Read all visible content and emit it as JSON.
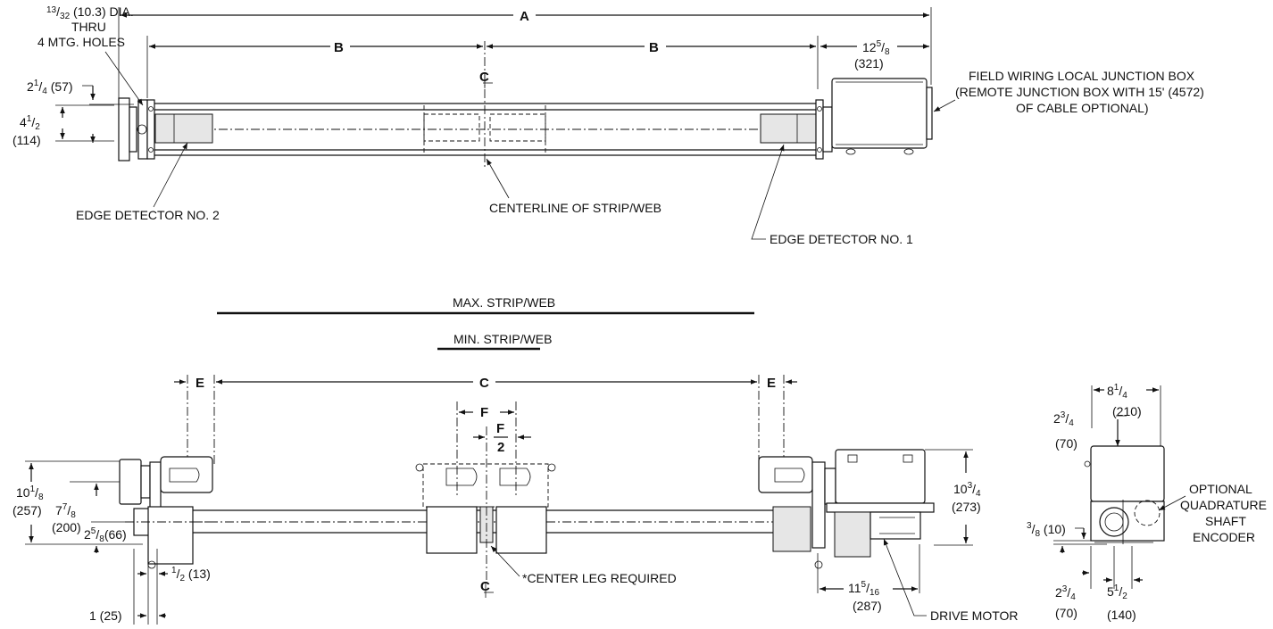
{
  "dimensions": {
    "A": "A",
    "B": "B",
    "C": "C",
    "E": "E",
    "F": "F",
    "F_half_num": "F",
    "F_half_den": "2",
    "cl_symbol": "C",
    "top_box_len": "12",
    "top_box_len_num": "5",
    "top_box_len_den": "8",
    "top_box_len_mm": "(321)",
    "holes_num": "13",
    "holes_den": "32",
    "holes_rest": " (10.3) DIA.",
    "holes_thru": "THRU",
    "holes_count": "4 MTG. HOLES",
    "h_2_1_4": "2",
    "h_2_1_4_num": "1",
    "h_2_1_4_den": "4",
    "h_2_1_4_mm": " (57)",
    "h_4_1_2": "4",
    "h_4_1_2_num": "1",
    "h_4_1_2_den": "2",
    "h_4_1_2_mm": "(114)",
    "h_10_1_8": "10",
    "h_10_1_8_num": "1",
    "h_10_1_8_den": "8",
    "h_10_1_8_mm": "(257)",
    "h_7_7_8": "7",
    "h_7_7_8_num": "7",
    "h_7_7_8_den": "8",
    "h_7_7_8_mm": "(200)",
    "h_2_5_8": "2",
    "h_2_5_8_num": "5",
    "h_2_5_8_den": "8",
    "h_2_5_8_mm": "(66)",
    "w_1_2_num": "1",
    "w_1_2_den": "2",
    "w_1_2_mm": " (13)",
    "w_1": "1 (25)",
    "h_10_3_4": "10",
    "h_10_3_4_num": "3",
    "h_10_3_4_den": "4",
    "h_10_3_4_mm": "(273)",
    "w_11_5_16": "11",
    "w_11_5_16_num": "5",
    "w_11_5_16_den": "16",
    "w_11_5_16_mm": "(287)",
    "w_8_1_4": "8",
    "w_8_1_4_num": "1",
    "w_8_1_4_den": "4",
    "w_8_1_4_mm": "(210)",
    "h_2_3_4_top": "2",
    "h_2_3_4_top_num": "3",
    "h_2_3_4_top_den": "4",
    "h_2_3_4_top_mm": "(70)",
    "h_3_8_num": "3",
    "h_3_8_den": "8",
    "h_3_8_mm": " (10)",
    "h_2_3_4_bot": "2",
    "h_2_3_4_bot_num": "3",
    "h_2_3_4_bot_den": "4",
    "h_2_3_4_bot_mm": "(70)",
    "w_5_1_2": "5",
    "w_5_1_2_num": "1",
    "w_5_1_2_den": "2",
    "w_5_1_2_mm": "(140)"
  },
  "callouts": {
    "junction_line1": "FIELD WIRING LOCAL JUNCTION BOX",
    "junction_line2": "(REMOTE JUNCTION BOX WITH 15' (4572)",
    "junction_line3": "OF CABLE OPTIONAL)",
    "edge_detector_2": "EDGE DETECTOR NO. 2",
    "edge_detector_1": "EDGE DETECTOR NO. 1",
    "centerline": "CENTERLINE OF STRIP/WEB",
    "max_strip": "MAX. STRIP/WEB",
    "min_strip": "MIN. STRIP/WEB",
    "center_leg": "*CENTER LEG REQUIRED",
    "drive_motor": "DRIVE MOTOR",
    "encoder_line1": "OPTIONAL",
    "encoder_line2": "QUADRATURE",
    "encoder_line3": "SHAFT",
    "encoder_line4": "ENCODER"
  }
}
